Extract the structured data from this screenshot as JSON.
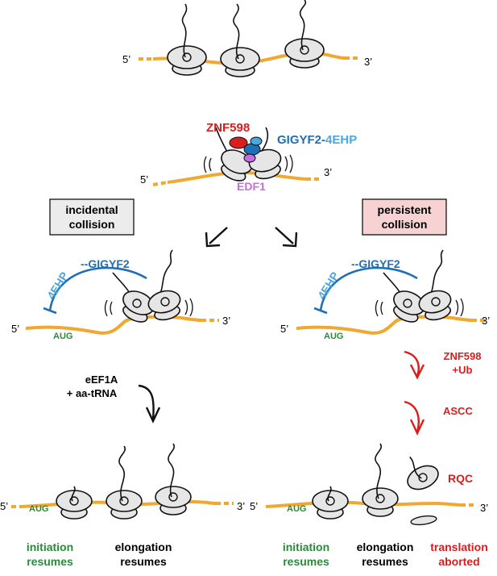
{
  "colors": {
    "mrna": "#f0a830",
    "black": "#111111",
    "red": "#d81e1e",
    "green": "#2a8a3a",
    "blue": "#1f6fb4",
    "light_blue": "#4aa8dc",
    "violet": "#c76de0",
    "ribosome_fill": "#e6e6e6",
    "gray_box": "#ececec",
    "pink_box": "#f6d2d2"
  },
  "labels": {
    "five_prime": "5’",
    "three_prime": "3’",
    "aug": "AUG",
    "znf598": "ZNF598",
    "gigyf2_part": "GIGYF2",
    "dash": "-",
    "fourehp_part": "4EHP",
    "edf1": "EDF1",
    "incidental_line1": "incidental",
    "incidental_line2": "collision",
    "persistent_line1": "persistent",
    "persistent_line2": "collision",
    "fourehp_gigyf2_a": "4EHP",
    "fourehp_gigyf2_b": "--GIGYF2",
    "eef1a": "eEF1A",
    "aatrna": "+ aa-tRNA",
    "znf598_ub_1": "ZNF598",
    "znf598_ub_2": "+Ub",
    "ascc": "ASCC",
    "rqc": "RQC",
    "initiation_1": "initiation",
    "initiation_2": "resumes",
    "elongation_1": "elongation",
    "elongation_2": "resumes",
    "translation_1": "translation",
    "translation_2": "aborted"
  }
}
